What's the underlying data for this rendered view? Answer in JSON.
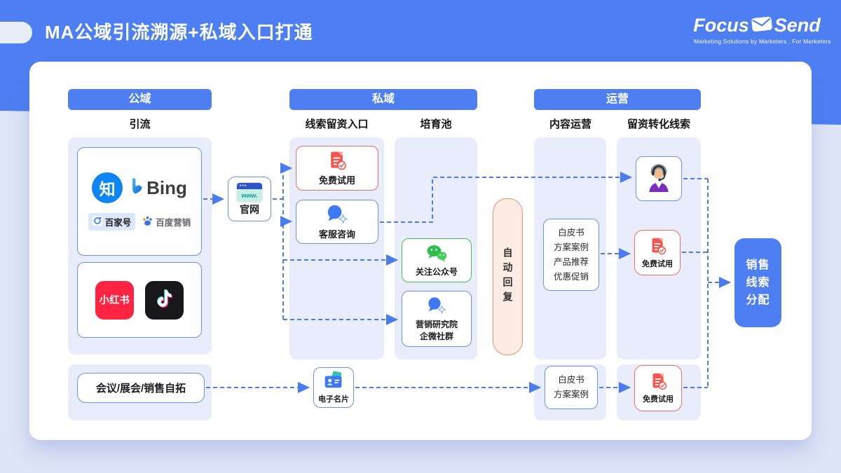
{
  "header": {
    "title": "MA公域引流溯源+私域入口打通",
    "logo": {
      "focus": "Focus",
      "send": "Send",
      "tagline": "Marketing Solutions by Marketers , For Marketers"
    }
  },
  "sections": {
    "public": "公域",
    "private": "私域",
    "operation": "运营"
  },
  "columns": {
    "traffic": "引流",
    "lead_entry": "线索留资入口",
    "nurture_pool": "培育池",
    "content_ops": "内容运营",
    "lead_convert": "留资转化线索"
  },
  "nodes": {
    "zhihu": "知",
    "bing": "Bing",
    "baijiahao": "百家号",
    "baidu_marketing": "百度营销",
    "xiaohongshu": "小红书",
    "website": "官网",
    "website_url": "www.",
    "free_trial": "免费试用",
    "customer_service": "客服咨询",
    "follow_official": "关注公众号",
    "wecom_group": [
      "营销研究院",
      "企微社群"
    ],
    "auto_reply": "自动回复",
    "content_pack": [
      "白皮书",
      "方案案例",
      "产品推荐",
      "优惠促销"
    ],
    "offline": "会议/展会/销售自拓",
    "ecard": "电子名片",
    "whitepaper_pack": [
      "白皮书",
      "方案案例"
    ],
    "lead_assign": [
      "销售",
      "线索",
      "分配"
    ]
  },
  "colors": {
    "accent_blue": "#4d7ef2",
    "border_blue": "#6b92f3",
    "border_red": "#ef6d68",
    "border_green": "#44bf55",
    "autoreply_fill": "#fdece4",
    "autoreply_border": "#f08f75",
    "panel_bg": "#e9edfb",
    "page_bg": "#dde4f6",
    "arrow": "#4a7cf0"
  }
}
